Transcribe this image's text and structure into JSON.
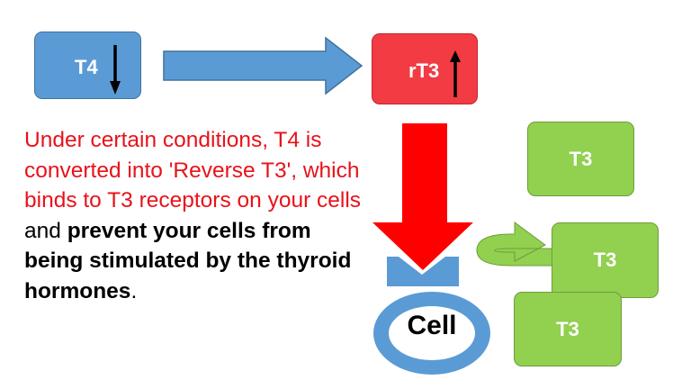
{
  "colors": {
    "t4_blue": "#5b9bd5",
    "rt3_red": "#f23b43",
    "t3_green": "#92d050",
    "arrow_blue": "#5b9bd5",
    "arrow_red": "#ff0000",
    "cell_blue": "#5b9bd5",
    "text_red": "#e8121b"
  },
  "boxes": {
    "t4": {
      "label": "T4",
      "indicator": "down-arrow-icon"
    },
    "rt3": {
      "label": "rT3",
      "indicator": "up-arrow-icon"
    },
    "t3": [
      "T3",
      "T3",
      "T3"
    ]
  },
  "cell": {
    "label": "Cell"
  },
  "caption": {
    "red_part": "Under certain conditions, T4 is converted into 'Reverse T3', which binds to T3 receptors on your cells",
    "and_word": " and ",
    "bold_part": "prevent your cells from being stimulated by the thyroid hormones",
    "period": "."
  }
}
